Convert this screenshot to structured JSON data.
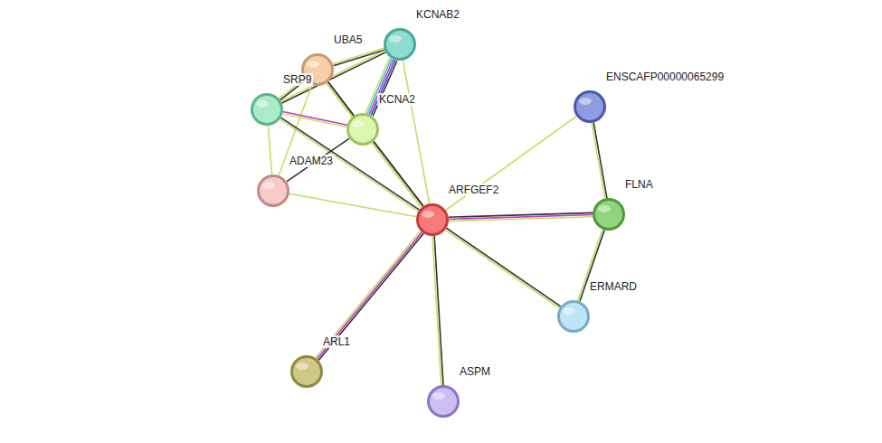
{
  "diagram": {
    "nodes": [
      {
        "text": [
          "KCNAB2"
        ]
      },
      {
        "text": [
          "UBA5"
        ]
      },
      {
        "text": [
          "SRP9"
        ]
      },
      {
        "text": [
          "KCNA2"
        ]
      },
      {
        "text": [
          "ENSCAFP00000065299"
        ]
      },
      {
        "text": [
          "ADAM23"
        ]
      },
      {
        "text": [
          "ARFGEF2"
        ]
      },
      {
        "text": [
          "FLNA"
        ]
      },
      {
        "text": [
          "ERMARD"
        ]
      },
      {
        "text": [
          "ARL1"
        ]
      },
      {
        "text": [
          "ASPM"
        ]
      }
    ],
    "edges": [
      {
        "from": 0,
        "to": 1,
        "arrow": "none"
      },
      {
        "from": 0,
        "to": 3,
        "arrow": "none"
      },
      {
        "from": 0,
        "to": 6,
        "arrow": "none"
      },
      {
        "from": 0,
        "to": 2,
        "arrow": "none"
      },
      {
        "from": 1,
        "to": 2,
        "arrow": "none"
      },
      {
        "from": 1,
        "to": 3,
        "arrow": "none"
      },
      {
        "from": 1,
        "to": 6,
        "arrow": "none"
      },
      {
        "from": 1,
        "to": 5,
        "arrow": "none"
      },
      {
        "from": 2,
        "to": 3,
        "arrow": "none"
      },
      {
        "from": 2,
        "to": 5,
        "arrow": "none"
      },
      {
        "from": 2,
        "to": 6,
        "arrow": "none"
      },
      {
        "from": 3,
        "to": 5,
        "arrow": "none"
      },
      {
        "from": 3,
        "to": 6,
        "arrow": "none"
      },
      {
        "from": 5,
        "to": 6,
        "arrow": "none"
      },
      {
        "from": 6,
        "to": 4,
        "arrow": "none"
      },
      {
        "from": 6,
        "to": 7,
        "arrow": "none"
      },
      {
        "from": 6,
        "to": 8,
        "arrow": "none"
      },
      {
        "from": 6,
        "to": 9,
        "arrow": "none"
      },
      {
        "from": 6,
        "to": 10,
        "arrow": "none"
      },
      {
        "from": 4,
        "to": 7,
        "arrow": "none"
      },
      {
        "from": 7,
        "to": 8,
        "arrow": "none"
      }
    ]
  }
}
